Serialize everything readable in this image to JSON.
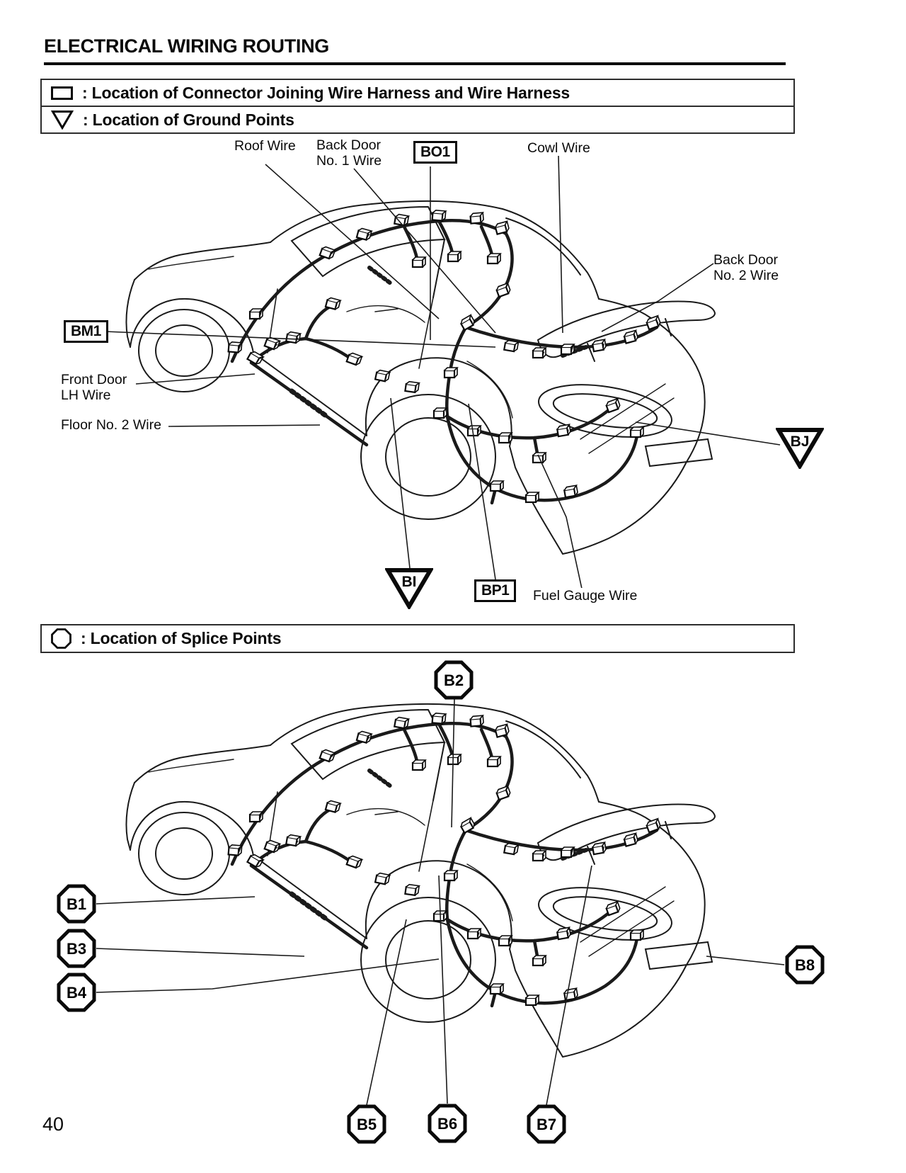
{
  "page": {
    "title": "ELECTRICAL WIRING ROUTING",
    "number": "40"
  },
  "colors": {
    "ink": "#0a0a0a",
    "paper": "#ffffff"
  },
  "legend_connector": {
    "rows": [
      {
        "symbol": "rectangle-icon",
        "label": ": Location of Connector Joining Wire Harness and Wire Harness"
      },
      {
        "symbol": "triangle-icon",
        "label": ": Location of Ground Points"
      }
    ]
  },
  "legend_splice": {
    "rows": [
      {
        "symbol": "octagon-icon",
        "label": ": Location of Splice Points"
      }
    ]
  },
  "diagram_connectors": {
    "wire_labels": {
      "roof": {
        "text": "Roof Wire"
      },
      "back_door_1": {
        "text": "Back Door\nNo. 1 Wire"
      },
      "cowl": {
        "text": "Cowl Wire"
      },
      "back_door_2": {
        "text": "Back Door\nNo. 2 Wire"
      },
      "front_door_lh": {
        "text": "Front Door\nLH Wire"
      },
      "floor_2": {
        "text": "Floor No. 2 Wire"
      },
      "fuel_gauge": {
        "text": "Fuel Gauge Wire"
      }
    },
    "connector_markers": {
      "bo1": "BO1",
      "bm1": "BM1",
      "bp1": "BP1"
    },
    "ground_markers": {
      "bi": "BI",
      "bj": "BJ"
    }
  },
  "diagram_splices": {
    "splice_markers": {
      "b1": "B1",
      "b2": "B2",
      "b3": "B3",
      "b4": "B4",
      "b5": "B5",
      "b6": "B6",
      "b7": "B7",
      "b8": "B8"
    }
  }
}
